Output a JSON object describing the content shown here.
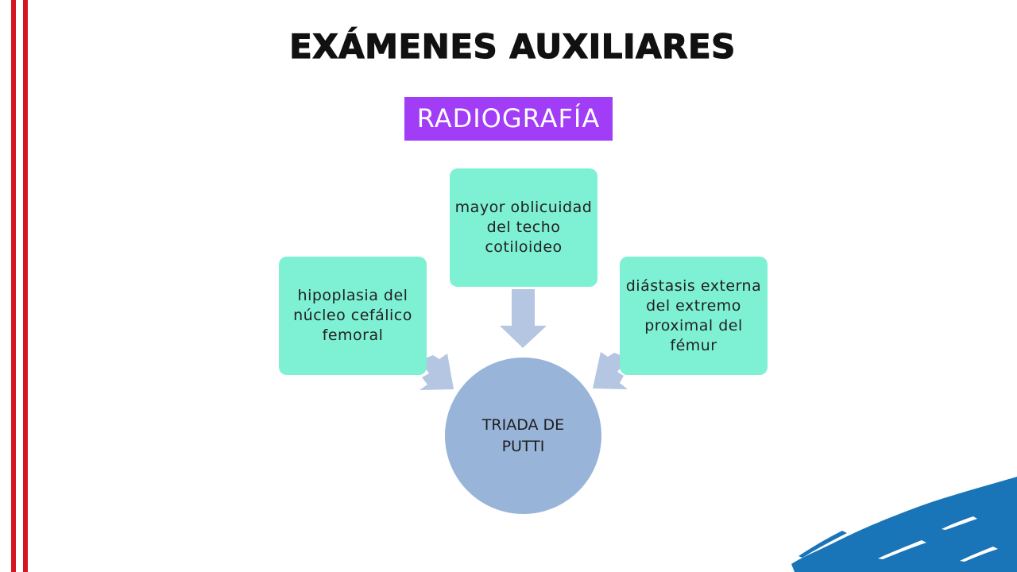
{
  "slide": {
    "title": "EXÁMENES AUXILIARES",
    "subtitle": "RADIOGRAFÍA"
  },
  "diagram": {
    "center": "TRIADA DE PUTTI",
    "nodes": [
      {
        "id": "left",
        "text": "hipoplasia del núcleo cefálico femoral"
      },
      {
        "id": "top",
        "text": "mayor oblicuidad del techo cotiloideo"
      },
      {
        "id": "right",
        "text": "diástasis externa del extremo proximal del fémur"
      }
    ]
  },
  "colors": {
    "accent_stripe": "#d51620",
    "subtitle_bg": "#a13cf7",
    "node_fill": "#7ef0d4",
    "center_fill": "#98b5d9",
    "arrow_fill": "#b4c6e1",
    "brush_blue": "#1a75b8"
  }
}
